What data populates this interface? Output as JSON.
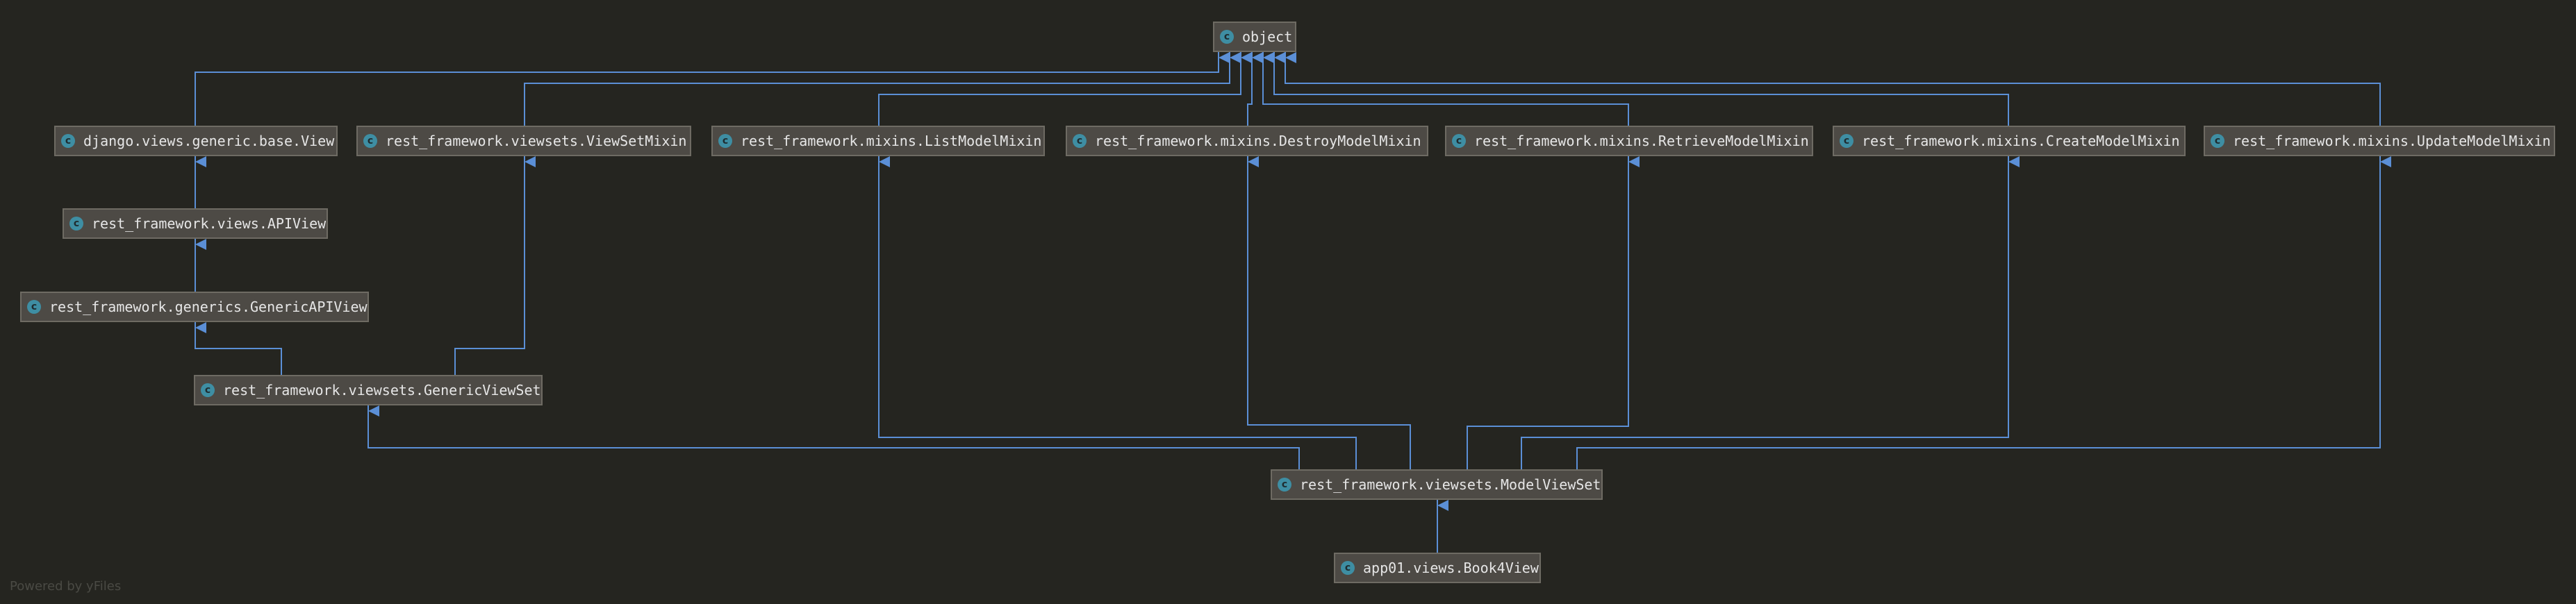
{
  "diagram": {
    "nodes": {
      "object": {
        "label": "object",
        "icon": "class-icon",
        "icon_glyph": "c"
      },
      "django_view": {
        "label": "django.views.generic.base.View",
        "icon": "class-icon",
        "icon_glyph": "c"
      },
      "viewset_mixin": {
        "label": "rest_framework.viewsets.ViewSetMixin",
        "icon": "class-icon",
        "icon_glyph": "c"
      },
      "list_mixin": {
        "label": "rest_framework.mixins.ListModelMixin",
        "icon": "class-icon",
        "icon_glyph": "c"
      },
      "destroy_mixin": {
        "label": "rest_framework.mixins.DestroyModelMixin",
        "icon": "class-icon",
        "icon_glyph": "c"
      },
      "retrieve_mixin": {
        "label": "rest_framework.mixins.RetrieveModelMixin",
        "icon": "class-icon",
        "icon_glyph": "c"
      },
      "create_mixin": {
        "label": "rest_framework.mixins.CreateModelMixin",
        "icon": "class-icon",
        "icon_glyph": "c"
      },
      "update_mixin": {
        "label": "rest_framework.mixins.UpdateModelMixin",
        "icon": "class-icon",
        "icon_glyph": "c"
      },
      "api_view": {
        "label": "rest_framework.views.APIView",
        "icon": "class-icon",
        "icon_glyph": "c"
      },
      "generic_api_view": {
        "label": "rest_framework.generics.GenericAPIView",
        "icon": "class-icon",
        "icon_glyph": "c"
      },
      "generic_viewset": {
        "label": "rest_framework.viewsets.GenericViewSet",
        "icon": "class-icon",
        "icon_glyph": "c"
      },
      "model_viewset": {
        "label": "rest_framework.viewsets.ModelViewSet",
        "icon": "class-icon",
        "icon_glyph": "c"
      },
      "book4view": {
        "label": "app01.views.Book4View",
        "icon": "class-icon",
        "icon_glyph": "c"
      }
    },
    "edges": [
      {
        "from": "django_view",
        "to": "object"
      },
      {
        "from": "viewset_mixin",
        "to": "object"
      },
      {
        "from": "list_mixin",
        "to": "object"
      },
      {
        "from": "destroy_mixin",
        "to": "object"
      },
      {
        "from": "retrieve_mixin",
        "to": "object"
      },
      {
        "from": "create_mixin",
        "to": "object"
      },
      {
        "from": "update_mixin",
        "to": "object"
      },
      {
        "from": "api_view",
        "to": "django_view"
      },
      {
        "from": "generic_api_view",
        "to": "api_view"
      },
      {
        "from": "generic_viewset",
        "to": "generic_api_view"
      },
      {
        "from": "generic_viewset",
        "to": "viewset_mixin"
      },
      {
        "from": "model_viewset",
        "to": "generic_viewset"
      },
      {
        "from": "model_viewset",
        "to": "list_mixin"
      },
      {
        "from": "model_viewset",
        "to": "destroy_mixin"
      },
      {
        "from": "model_viewset",
        "to": "retrieve_mixin"
      },
      {
        "from": "model_viewset",
        "to": "create_mixin"
      },
      {
        "from": "model_viewset",
        "to": "update_mixin"
      },
      {
        "from": "book4view",
        "to": "model_viewset"
      }
    ],
    "colors": {
      "background": "#252520",
      "edge": "#5b8fd6",
      "node_fill": "#4d4a45",
      "node_border": "#6e6b63",
      "node_text": "#e6e6e6",
      "class_icon": "#3e8ea3"
    }
  },
  "watermark": "Powered by yFiles"
}
